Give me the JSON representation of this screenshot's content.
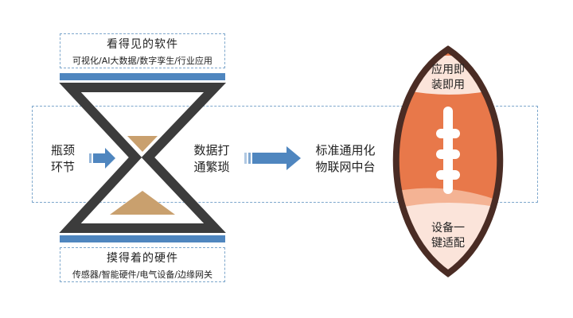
{
  "top_box": {
    "title": "看得见的软件",
    "subtitle": "可视化/AI大数据/数字孪生/行业应用"
  },
  "bottom_box": {
    "title": "摸得着的硬件",
    "subtitle": "传感器/智能硬件/电气设备/边缘网关"
  },
  "left_label": [
    "瓶颈",
    "环节"
  ],
  "middle_label": [
    "数据打",
    "通繁琐"
  ],
  "right_label": [
    "标准通用化",
    "物联网中台"
  ],
  "ball_top": [
    "应用即",
    "装即用"
  ],
  "ball_bottom": [
    "设备一",
    "键适配"
  ],
  "colors": {
    "accent_blue": "#4f86bf",
    "frame_dark": "#3c3c3c",
    "sand": "#c9a06e",
    "ball_orange": "#e8784a",
    "ball_outline": "#4a2c24",
    "ball_light": "#fbe4da"
  },
  "icons": [
    "arrow-right-icon",
    "arrow-right-icon"
  ]
}
